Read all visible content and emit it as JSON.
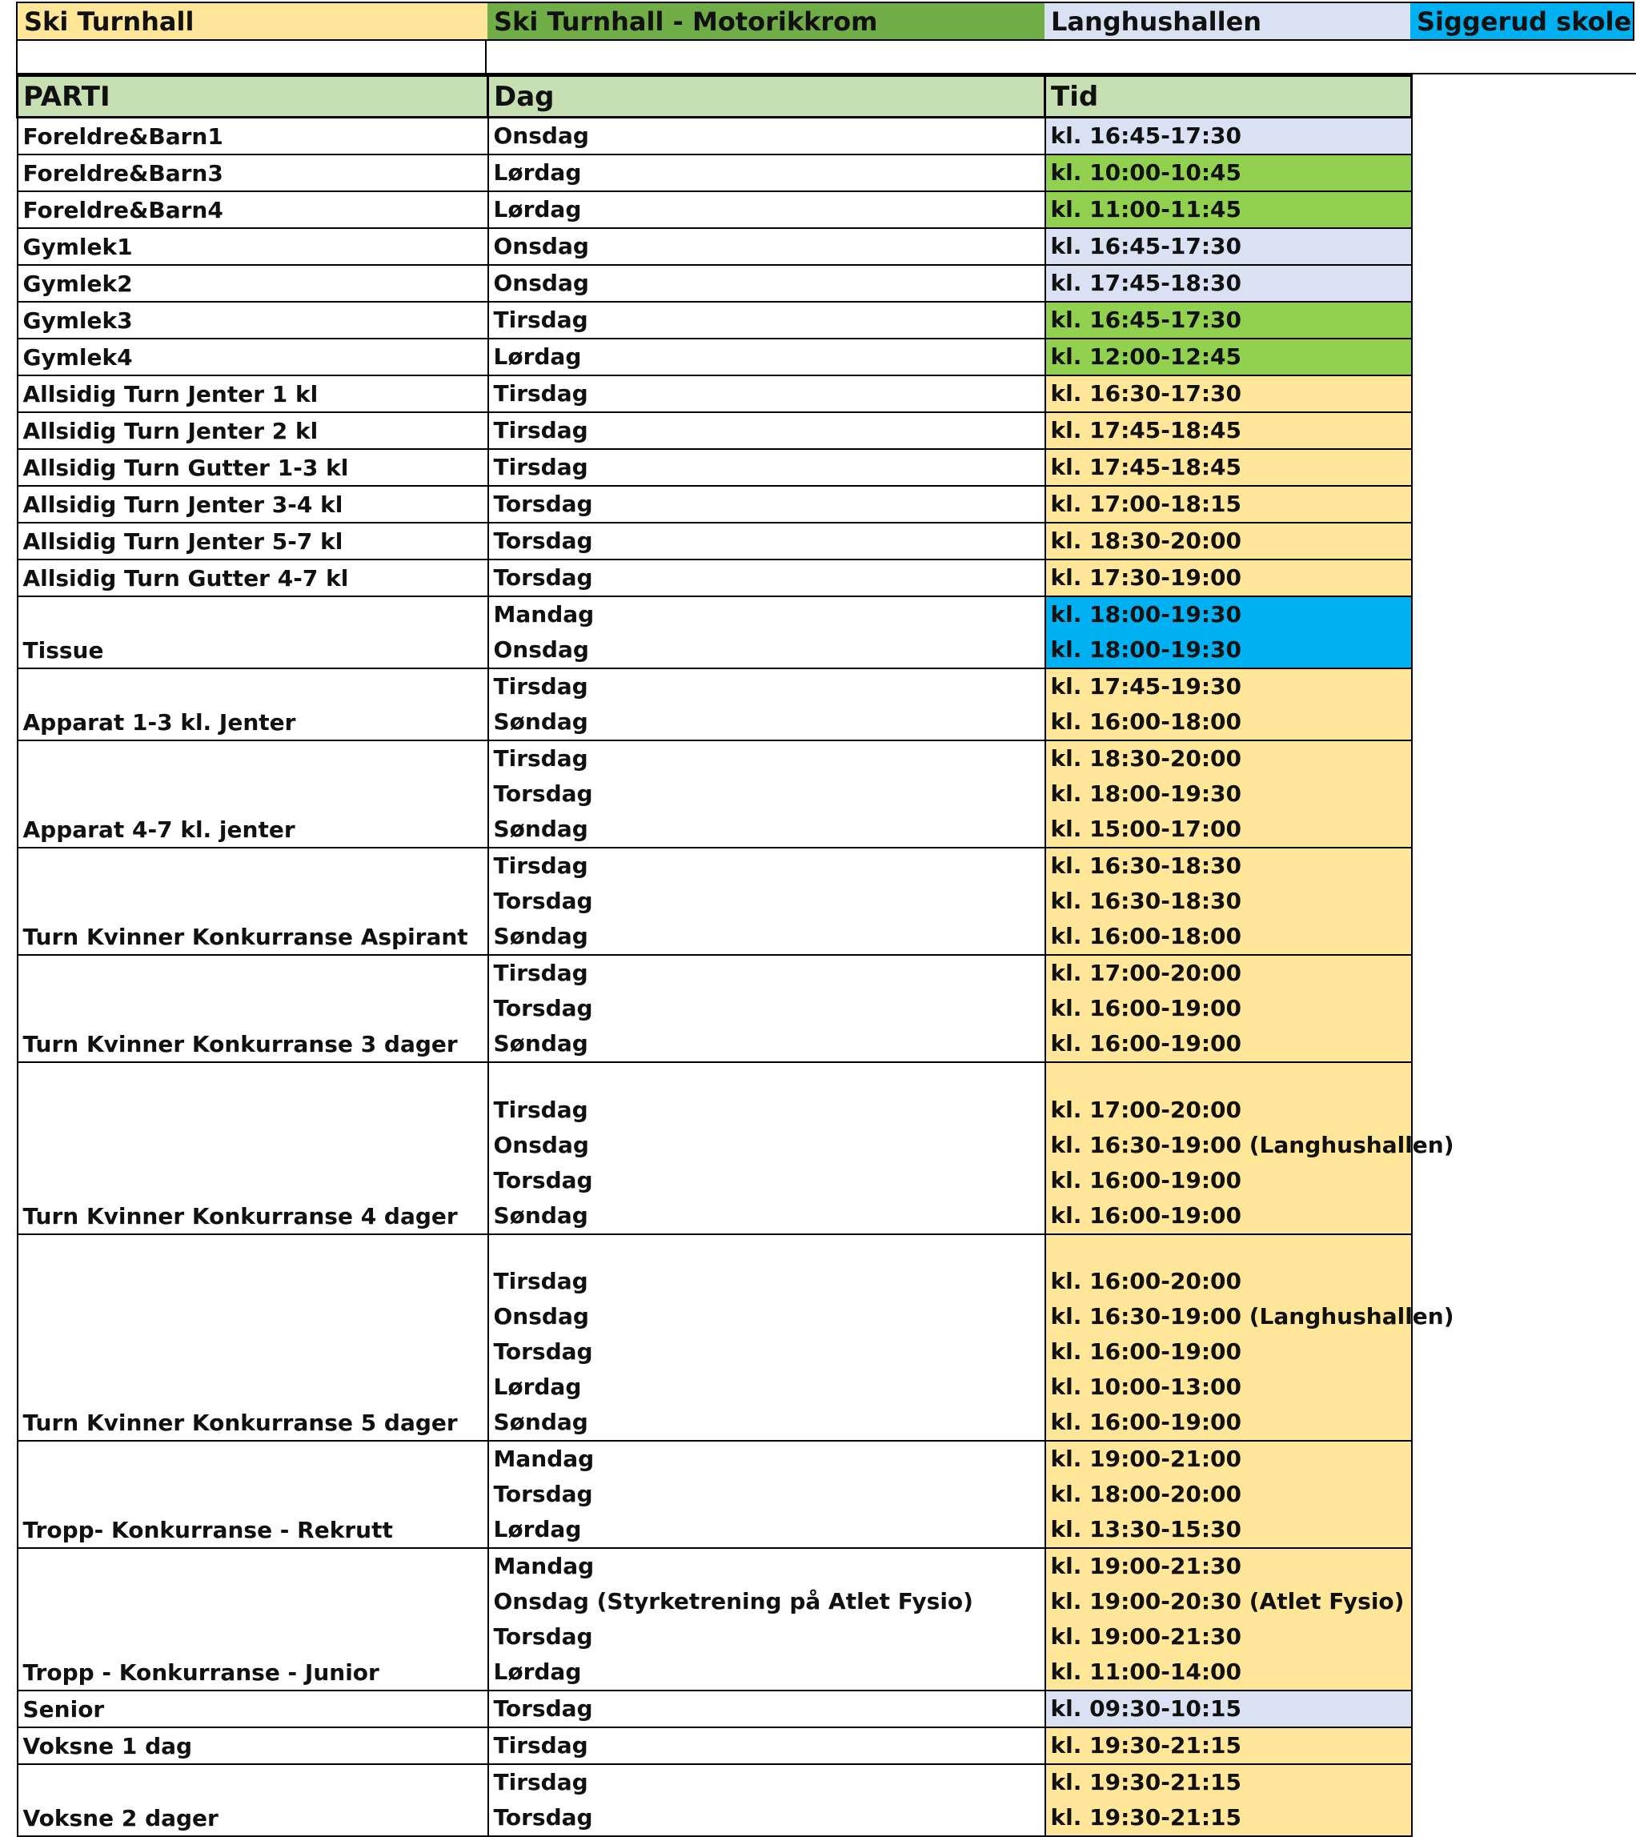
{
  "colors": {
    "ski_turnhall": "#ffe699",
    "motorikkrom": "#70ad47",
    "langhushallen": "#d9e1f2",
    "siggerud": "#00b0f0",
    "header_bg": "#c6e0b4",
    "time_green": "#92d050"
  },
  "legend": [
    {
      "label": "Ski Turnhall",
      "color": "#ffe699"
    },
    {
      "label": "Ski Turnhall - Motorikkrom",
      "color": "#70ad47"
    },
    {
      "label": "Langhushallen",
      "color": "#d9e1f2"
    },
    {
      "label": "Siggerud skole",
      "color": "#00b0f0"
    }
  ],
  "table": {
    "headers": [
      "PARTI",
      "Dag",
      "Tid"
    ],
    "rows": [
      {
        "parti": "Foreldre&Barn1",
        "days": [
          "Onsdag"
        ],
        "times": [
          "kl. 16:45-17:30"
        ],
        "color": "#d9e1f2"
      },
      {
        "parti": "Foreldre&Barn3",
        "days": [
          "Lørdag"
        ],
        "times": [
          "kl. 10:00-10:45"
        ],
        "color": "#92d050"
      },
      {
        "parti": "Foreldre&Barn4",
        "days": [
          "Lørdag"
        ],
        "times": [
          "kl. 11:00-11:45"
        ],
        "color": "#92d050"
      },
      {
        "parti": "Gymlek1",
        "days": [
          "Onsdag"
        ],
        "times": [
          "kl. 16:45-17:30"
        ],
        "color": "#d9e1f2"
      },
      {
        "parti": "Gymlek2",
        "days": [
          "Onsdag"
        ],
        "times": [
          "kl. 17:45-18:30"
        ],
        "color": "#d9e1f2"
      },
      {
        "parti": "Gymlek3",
        "days": [
          "Tirsdag"
        ],
        "times": [
          "kl. 16:45-17:30"
        ],
        "color": "#92d050"
      },
      {
        "parti": "Gymlek4",
        "days": [
          "Lørdag"
        ],
        "times": [
          "kl. 12:00-12:45"
        ],
        "color": "#92d050"
      },
      {
        "parti": "Allsidig Turn Jenter 1 kl",
        "days": [
          "Tirsdag"
        ],
        "times": [
          "kl. 16:30-17:30"
        ],
        "color": "#ffe699"
      },
      {
        "parti": "Allsidig Turn Jenter 2 kl",
        "days": [
          "Tirsdag"
        ],
        "times": [
          "kl. 17:45-18:45"
        ],
        "color": "#ffe699"
      },
      {
        "parti": "Allsidig Turn Gutter 1-3 kl",
        "days": [
          "Tirsdag"
        ],
        "times": [
          "kl. 17:45-18:45"
        ],
        "color": "#ffe699"
      },
      {
        "parti": "Allsidig Turn Jenter 3-4 kl",
        "days": [
          "Torsdag"
        ],
        "times": [
          "kl. 17:00-18:15"
        ],
        "color": "#ffe699"
      },
      {
        "parti": "Allsidig Turn Jenter 5-7 kl",
        "days": [
          "Torsdag"
        ],
        "times": [
          "kl. 18:30-20:00"
        ],
        "color": "#ffe699"
      },
      {
        "parti": "Allsidig Turn Gutter 4-7 kl",
        "days": [
          "Torsdag"
        ],
        "times": [
          "kl. 17:30-19:00"
        ],
        "color": "#ffe699"
      },
      {
        "parti": "Tissue",
        "days": [
          "Mandag",
          "Onsdag"
        ],
        "times": [
          "kl. 18:00-19:30",
          "kl. 18:00-19:30"
        ],
        "color": "#00b0f0"
      },
      {
        "parti": "Apparat 1-3 kl. Jenter",
        "days": [
          "Tirsdag",
          "Søndag"
        ],
        "times": [
          "kl. 17:45-19:30",
          "kl. 16:00-18:00"
        ],
        "color": "#ffe699"
      },
      {
        "parti": "Apparat 4-7 kl. jenter",
        "days": [
          "Tirsdag",
          "Torsdag",
          "Søndag"
        ],
        "times": [
          "kl. 18:30-20:00",
          "kl. 18:00-19:30",
          "kl. 15:00-17:00"
        ],
        "color": "#ffe699"
      },
      {
        "parti": "Turn Kvinner Konkurranse Aspirant",
        "days": [
          "Tirsdag",
          "Torsdag",
          "Søndag"
        ],
        "times": [
          "kl. 16:30-18:30",
          "kl. 16:30-18:30",
          "kl. 16:00-18:00"
        ],
        "color": "#ffe699"
      },
      {
        "parti": "Turn Kvinner Konkurranse 3 dager",
        "days": [
          "Tirsdag",
          "Torsdag",
          "Søndag"
        ],
        "times": [
          "kl. 17:00-20:00",
          "kl. 16:00-19:00",
          "kl. 16:00-19:00"
        ],
        "color": "#ffe699"
      },
      {
        "parti": "Turn Kvinner Konkurranse 4 dager",
        "days": [
          "Tirsdag",
          "Onsdag",
          "Torsdag",
          "Søndag"
        ],
        "times": [
          "kl. 17:00-20:00",
          "kl. 16:30-19:00 (Langhushallen)",
          "kl. 16:00-19:00",
          "kl. 16:00-19:00"
        ],
        "color": "#ffe699"
      },
      {
        "parti": "Turn Kvinner Konkurranse 5 dager",
        "days": [
          "Tirsdag",
          "Onsdag",
          "Torsdag",
          "Lørdag",
          "Søndag"
        ],
        "times": [
          "kl. 16:00-20:00",
          "kl. 16:30-19:00 (Langhushallen)",
          "kl. 16:00-19:00",
          "kl. 10:00-13:00",
          "kl. 16:00-19:00"
        ],
        "color": "#ffe699"
      },
      {
        "parti": "Tropp- Konkurranse - Rekrutt",
        "days": [
          "Mandag",
          "Torsdag",
          "Lørdag"
        ],
        "times": [
          "kl. 19:00-21:00",
          "kl. 18:00-20:00",
          "kl. 13:30-15:30"
        ],
        "color": "#ffe699"
      },
      {
        "parti": "Tropp - Konkurranse - Junior",
        "days": [
          "Mandag",
          "Onsdag (Styrketrening på Atlet Fysio)",
          "Torsdag",
          "Lørdag"
        ],
        "times": [
          "kl. 19:00-21:30",
          "kl. 19:00-20:30 (Atlet Fysio)",
          "kl. 19:00-21:30",
          "kl. 11:00-14:00"
        ],
        "color": "#ffe699"
      },
      {
        "parti": "Senior",
        "days": [
          "Torsdag"
        ],
        "times": [
          "kl. 09:30-10:15"
        ],
        "color": "#d9e1f2"
      },
      {
        "parti": "Voksne 1 dag",
        "days": [
          "Tirsdag"
        ],
        "times": [
          "kl. 19:30-21:15"
        ],
        "color": "#ffe699"
      },
      {
        "parti": "Voksne 2 dager",
        "days": [
          "Tirsdag",
          "Torsdag"
        ],
        "times": [
          "kl. 19:30-21:15",
          "kl. 19:30-21:15"
        ],
        "color": "#ffe699"
      }
    ]
  }
}
